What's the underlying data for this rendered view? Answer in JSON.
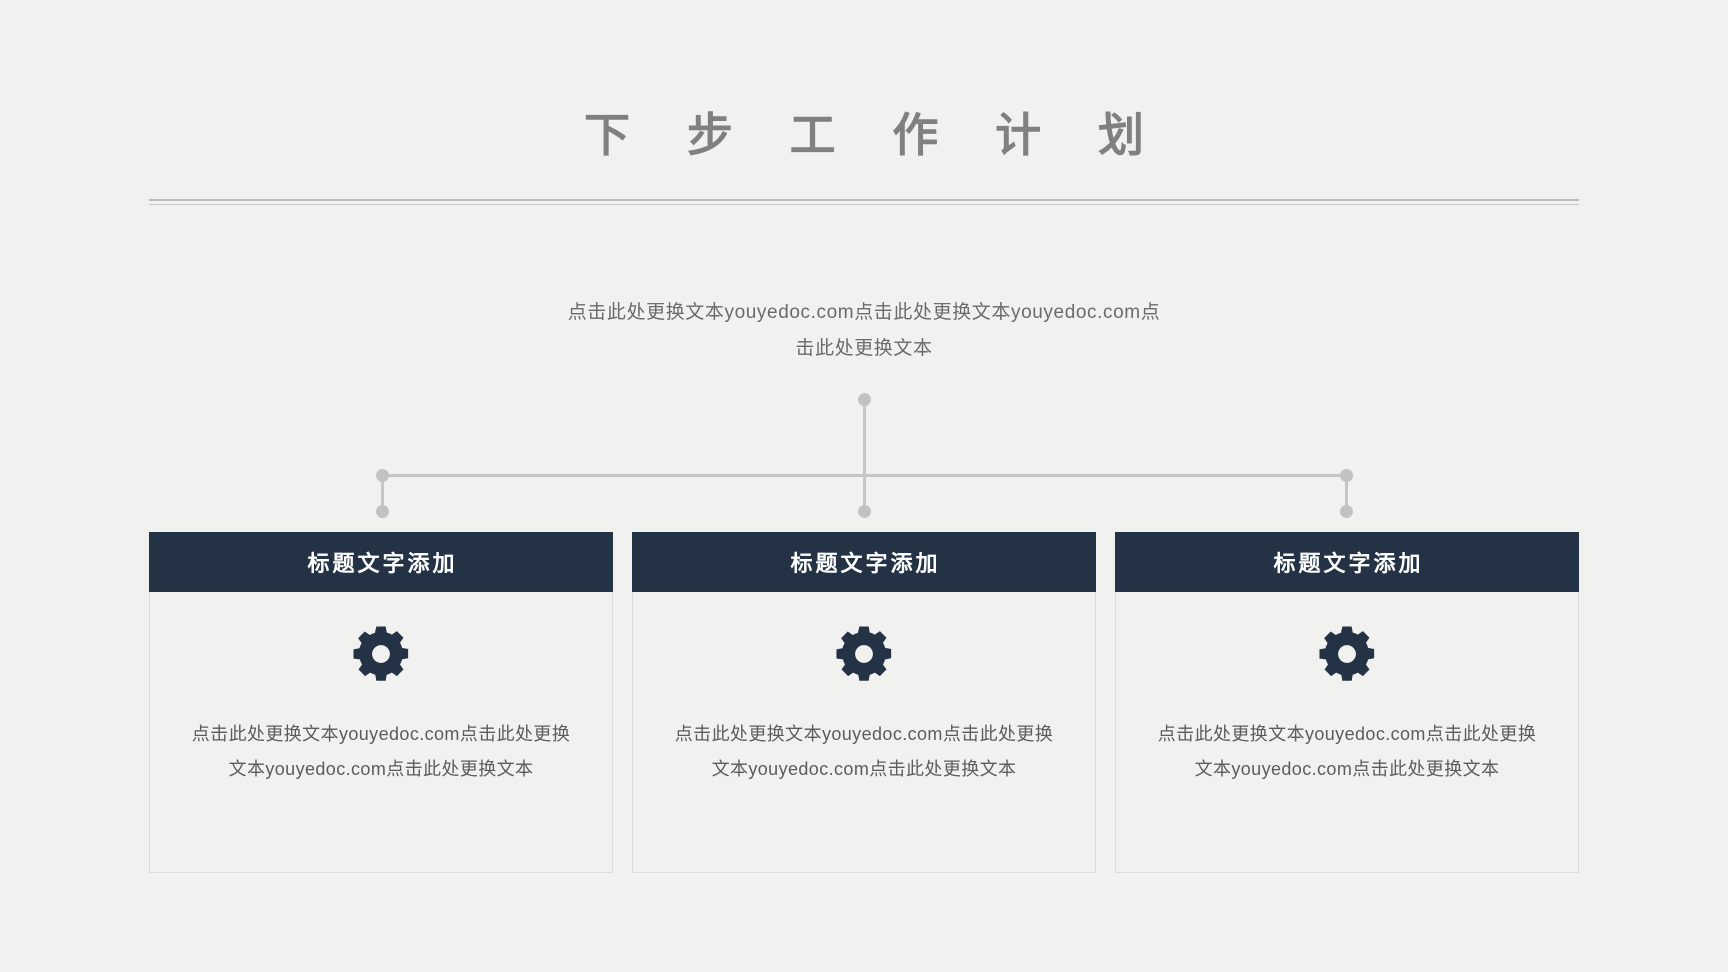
{
  "slide": {
    "background_color": "#f1f1f0",
    "title": "下 步 工 作 计 划",
    "title_color": "#808081",
    "divider": {
      "color_thick": "#bcbcbc",
      "color_thin": "#cacaca"
    },
    "subtitle": "点击此处更换文本youyedoc.com点击此处更换文本youyedoc.com点击此处更换文本",
    "accent_color": "#243246",
    "connector_color": "#c6c6c6"
  },
  "cards": [
    {
      "header": "标题文字添加",
      "icon": "gear-icon",
      "body": "点击此处更换文本youyedoc.com点击此处更换文本youyedoc.com点击此处更换文本"
    },
    {
      "header": "标题文字添加",
      "icon": "gear-icon",
      "body": "点击此处更换文本youyedoc.com点击此处更换文本youyedoc.com点击此处更换文本"
    },
    {
      "header": "标题文字添加",
      "icon": "gear-icon",
      "body": "点击此处更换文本youyedoc.com点击此处更换文本youyedoc.com点击此处更换文本"
    }
  ]
}
